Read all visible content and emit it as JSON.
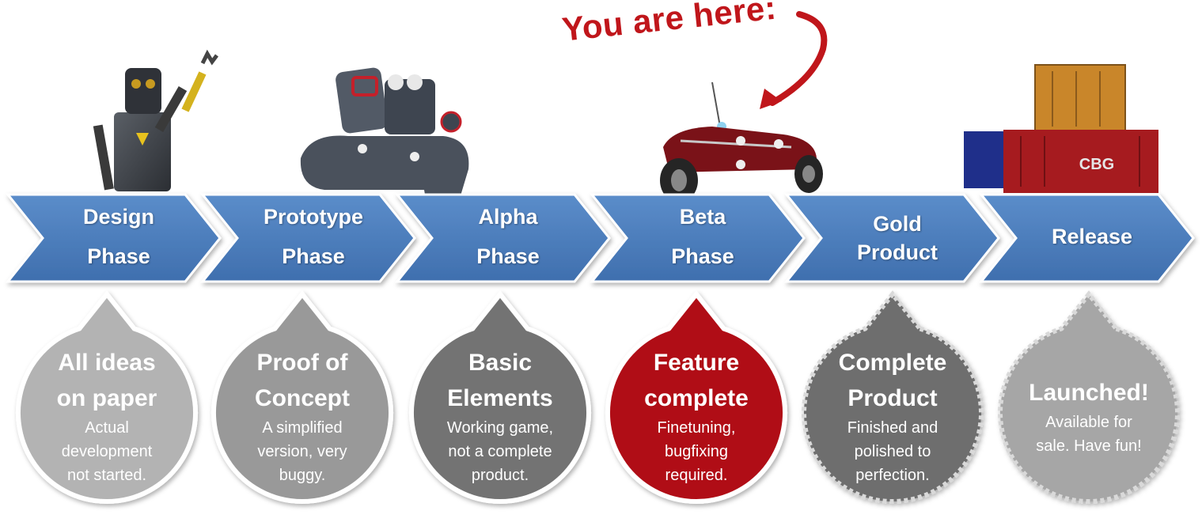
{
  "annotation": {
    "text": "You are here:",
    "color": "#c0161b",
    "points_to": "Beta Phase"
  },
  "phases": [
    {
      "name": "Design Phase",
      "lines": [
        "Design",
        "Phase"
      ],
      "illustration": "robot-figure",
      "bubble": {
        "title_lines": [
          "All ideas",
          "on paper"
        ],
        "desc_lines": [
          "Actual",
          "development",
          "not started."
        ],
        "color": "#b3b3b3",
        "border": "solid"
      }
    },
    {
      "name": "Prototype Phase",
      "lines": [
        "Prototype",
        "Phase"
      ],
      "illustration": "tank-robot",
      "bubble": {
        "title_lines": [
          "Proof of",
          "Concept"
        ],
        "desc_lines": [
          "A simplified",
          "version, very",
          "buggy."
        ],
        "color": "#999999",
        "border": "solid"
      }
    },
    {
      "name": "Alpha Phase",
      "lines": [
        "Alpha",
        "Phase"
      ],
      "illustration": "",
      "bubble": {
        "title_lines": [
          "Basic",
          "Elements"
        ],
        "desc_lines": [
          "Working game,",
          "not a complete",
          "product."
        ],
        "color": "#737373",
        "border": "solid"
      }
    },
    {
      "name": "Beta Phase",
      "lines": [
        "Beta",
        "Phase"
      ],
      "illustration": "race-car",
      "bubble": {
        "title_lines": [
          "Feature",
          "complete"
        ],
        "desc_lines": [
          "Finetuning,",
          "bugfixing",
          "required."
        ],
        "color": "#b00f16",
        "border": "solid"
      }
    },
    {
      "name": "Gold Product",
      "lines": [
        "Gold",
        "Product"
      ],
      "illustration": "",
      "bubble": {
        "title_lines": [
          "Complete",
          "Product"
        ],
        "desc_lines": [
          "Finished and",
          "polished to",
          "perfection."
        ],
        "color": "#6e6e6e",
        "border": "dashed"
      }
    },
    {
      "name": "Release",
      "lines": [
        "Release"
      ],
      "illustration": "shipping-containers",
      "bubble": {
        "title_lines": [
          "Launched!"
        ],
        "desc_lines": [
          "Available for",
          "sale. Have fun!"
        ],
        "color": "#a6a6a6",
        "border": "dashed"
      }
    }
  ],
  "colors": {
    "chevron_fill": "#4f81bd",
    "chevron_text": "#ffffff",
    "annotation": "#c0161b"
  }
}
